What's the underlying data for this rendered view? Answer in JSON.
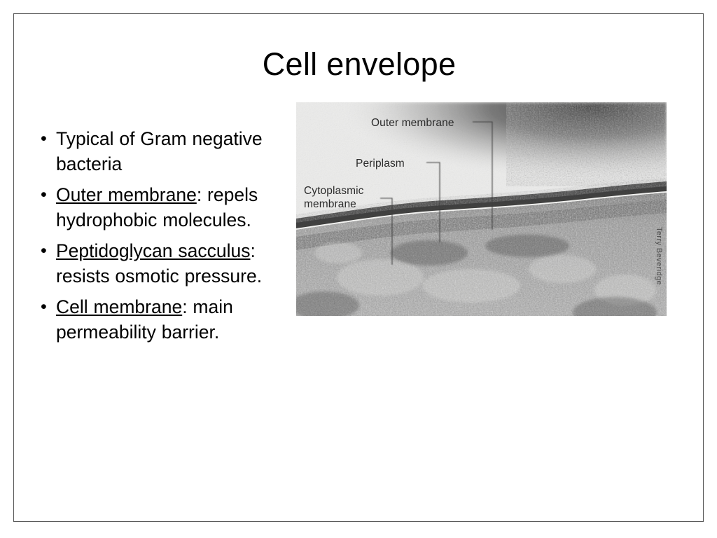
{
  "slide": {
    "title": "Cell envelope",
    "bullet_marker": "•",
    "bullets": [
      {
        "plain_lead": "Typical of Gram negative bacteria",
        "underlined": "",
        "rest": ""
      },
      {
        "plain_lead": "",
        "underlined": "Outer membrane",
        "rest": ": repels hydrophobic molecules."
      },
      {
        "plain_lead": "",
        "underlined": "Peptidoglycan sacculus",
        "rest": ": resists osmotic pressure."
      },
      {
        "plain_lead": "",
        "underlined": "Cell membrane",
        "rest": ": main permeability barrier."
      }
    ]
  },
  "figure": {
    "alt_name": "electron-micrograph-of-gram-negative-cell-envelope",
    "credit": "Terry Beveridge",
    "labels": {
      "outer_membrane": "Outer membrane",
      "periplasm": "Periplasm",
      "cytoplasmic_membrane": "Cytoplasmic\nmembrane"
    }
  },
  "colors": {
    "frame_border": "#595959",
    "text": "#000000",
    "label_text": "#2b2b2b",
    "credit_text": "#4a4a4a",
    "micrograph_light": "#ededea",
    "micrograph_dark": "#2e2e2e"
  }
}
